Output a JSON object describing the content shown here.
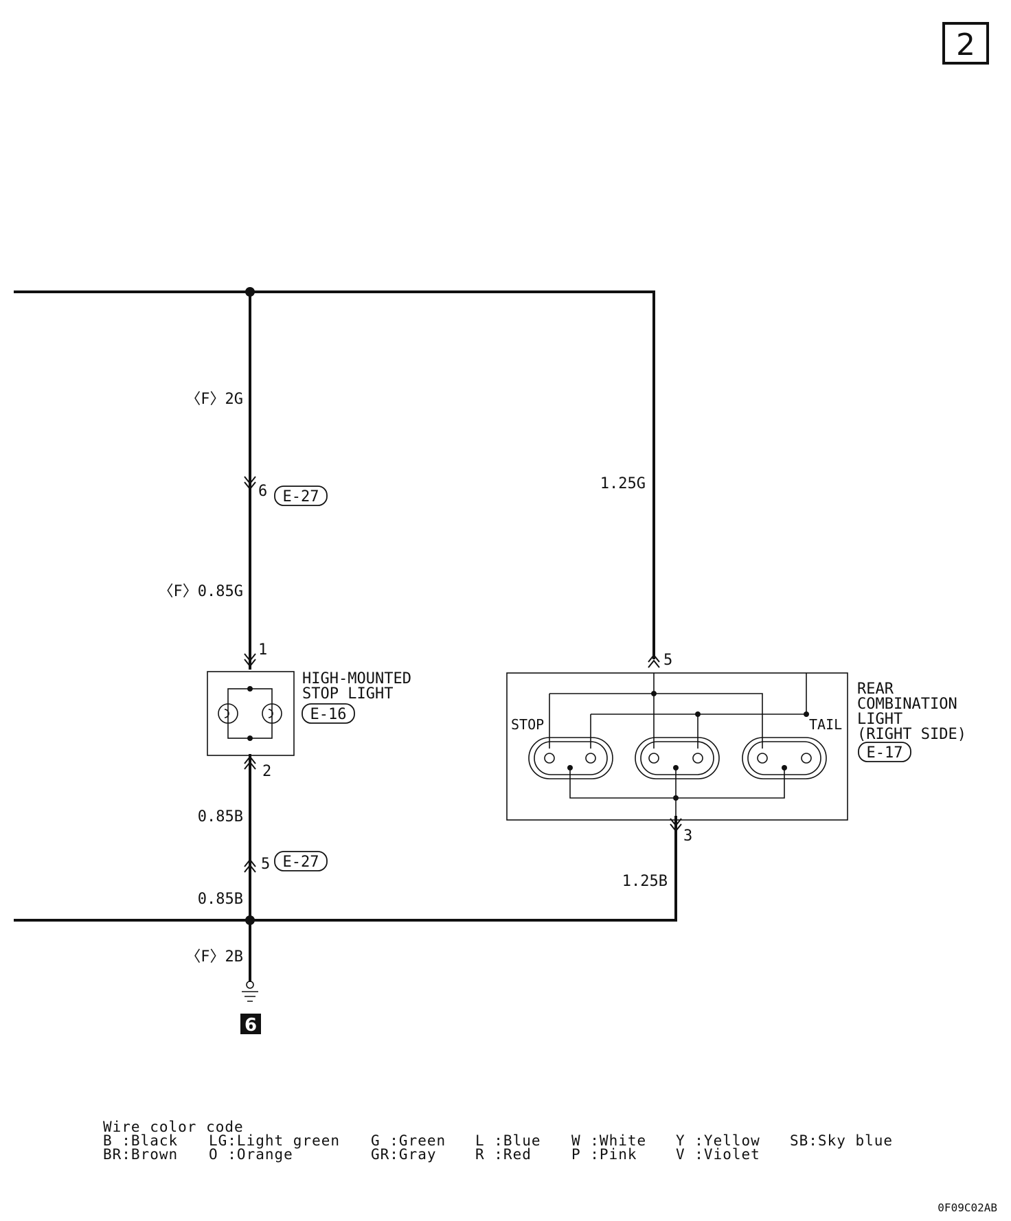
{
  "page_badge": "2",
  "ground_badge": "6",
  "wires": {
    "f_2g": "〈F〉2G",
    "f_085g": "〈F〉0.85G",
    "w_125g": "1.25G",
    "w_085b_upper": "0.85B",
    "w_085b_lower": "0.85B",
    "w_125b": "1.25B",
    "f_2b": "〈F〉2B"
  },
  "pins": {
    "e27_pin6": "6",
    "stop_pin1": "1",
    "stop_pin2": "2",
    "e27_pin5": "5",
    "rear_pin5": "5",
    "rear_pin3": "3"
  },
  "connectors": {
    "e27_top": "E-27",
    "e16": "E-16",
    "e27_bottom": "E-27",
    "e17": "E-17"
  },
  "components": {
    "high_mounted": [
      "HIGH-MOUNTED",
      "STOP LIGHT"
    ],
    "rear_combination": [
      "REAR",
      "COMBINATION",
      "LIGHT",
      "(RIGHT SIDE)"
    ],
    "stop_label": "STOP",
    "tail_label": "TAIL"
  },
  "legend": {
    "title": "Wire color code",
    "row1": [
      "B :Black",
      "LG:Light green",
      "G :Green",
      "L :Blue",
      "W :White",
      "Y :Yellow",
      "SB:Sky blue"
    ],
    "row2": [
      "BR:Brown",
      "O :Orange",
      "GR:Gray",
      "R :Red",
      "P :Pink",
      "V :Violet"
    ]
  },
  "figure_code": "0F09C02AB"
}
